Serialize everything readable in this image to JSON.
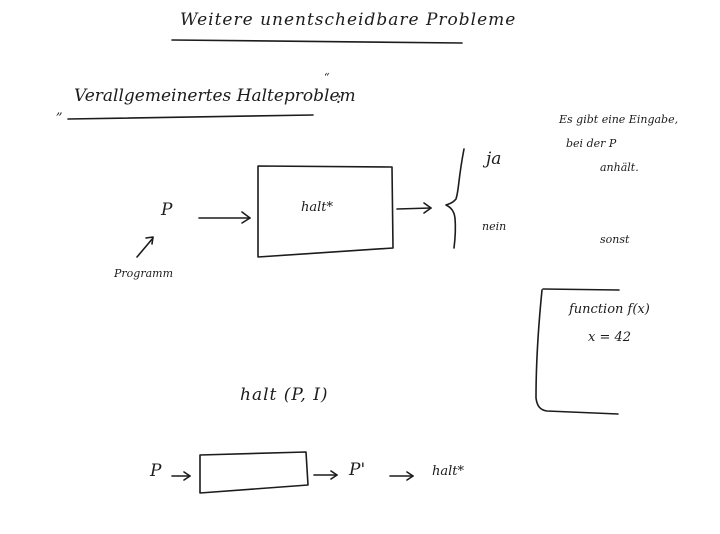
{
  "heading": {
    "title": "Weitere unentscheidbare Probleme"
  },
  "section": {
    "open_quote": "„",
    "title": "Verallgemeinertes Halteproblem",
    "close_quote": "“",
    "colon": ":"
  },
  "diagram_top": {
    "input_label": "P",
    "input_caption": "Programm",
    "box_label": "halt*",
    "output_yes": "ja",
    "output_no": "nein"
  },
  "right_notes": {
    "yes_condition": [
      "Es gibt eine Eingabe,",
      "bei der P",
      "anhält."
    ],
    "no_condition": "sonst",
    "code_line_1": "function f(x)",
    "code_line_2": "x = 42"
  },
  "expression": {
    "text": "halt (P, I)"
  },
  "diagram_bottom": {
    "input_label": "P",
    "output_label": "P'",
    "target_label": "halt*"
  }
}
